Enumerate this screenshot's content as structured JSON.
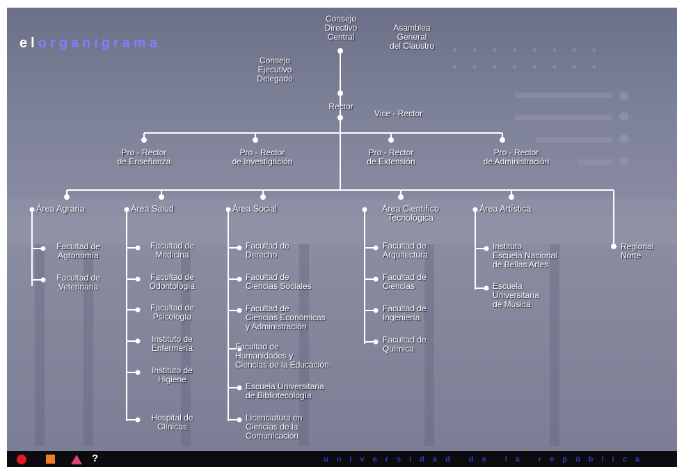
{
  "logo": {
    "prefix": "el",
    "word": "organigrama"
  },
  "top": {
    "consejo_directivo": "Consejo\nDirectivo\nCentral",
    "asamblea": "Asamblea\nGeneral\ndel Claustro",
    "consejo_ejecutivo": "Consejo\nEjecutivo\nDelegado",
    "rector": "Rector",
    "vice_rector": "Vice - Rector"
  },
  "pro_rectores": [
    "Pro - Rector\nde Enseñanza",
    "Pro - Rector\nde Investigación",
    "Pro - Rector\nde Extensión",
    "Pro - Rector\nde Administración"
  ],
  "areas": [
    {
      "name": "Área Agraria",
      "units": [
        "Facultad de\nAgronomía",
        "Facultad de\nVeterinaria"
      ]
    },
    {
      "name": "Área Salud",
      "units": [
        "Facultad de\nMedicina",
        "Facultad de\nOdontología",
        "Facultad de\nPsicología",
        "Instituto de\nEnfermería",
        "Instituto de\nHigiene",
        "Hospital de\nClínicas"
      ]
    },
    {
      "name": "Área Social",
      "units": [
        "Facultad de\nDerecho",
        "Facultad de\nCiencias Sociales",
        "Facultad de\nCiencias Económicas\ny Administración",
        "Facultad de\nHumanidades y\nCiencias de la Educación",
        "Escuela Universitaria\nde Bibliotecología",
        "Licenciatura en\nCiencias de la\nComunicación"
      ]
    },
    {
      "name": "Área Científico\nTecnológica",
      "units": [
        "Facultad de\nArquitectura",
        "Facultad de\nCiencias",
        "Facultad de\nIngeniería",
        "Facultad de\nQuímica"
      ]
    },
    {
      "name": "Área Artística",
      "units": [
        "Instituto\nEscuela Nacional\nde Bellas Artes",
        "Escuela\nUniversitaria\nde Música"
      ]
    },
    {
      "name": "Regional\nNorte",
      "units": []
    }
  ],
  "footer": {
    "help": "?",
    "university": "universidad de la república"
  },
  "colors": {
    "lines": "#ffffff",
    "accent_logo": "#7f7fff",
    "bar": "#0b0b10",
    "circle": "#e21d1d",
    "square": "#f07e22",
    "triangle": "#e0446e",
    "uni_text": "#2f3db5"
  },
  "icons": [
    "circle-icon",
    "square-icon",
    "triangle-icon",
    "help-icon"
  ]
}
